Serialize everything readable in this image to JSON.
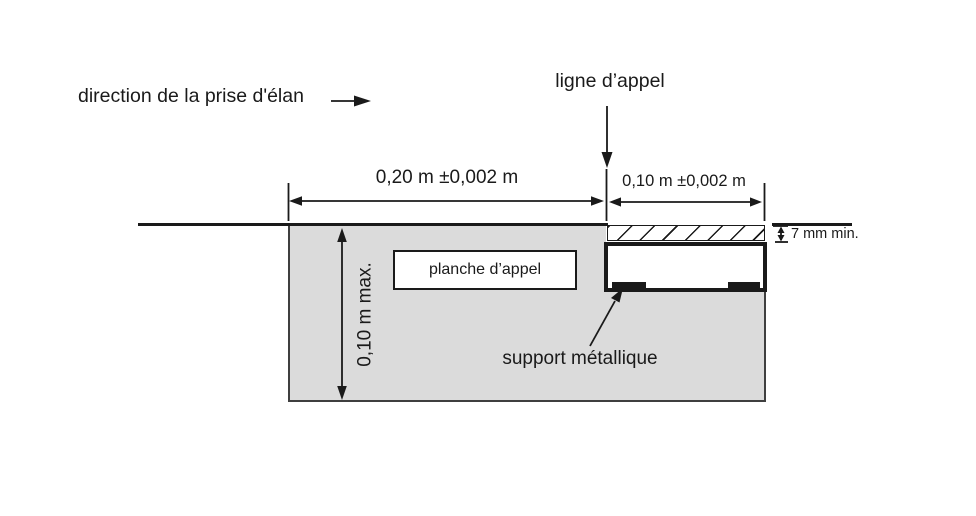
{
  "labels": {
    "direction": "direction de la prise d'élan",
    "takeoff_line": "ligne d’appel",
    "board_width": "0,20 m ±0,002 m",
    "plasticine_width": "0,10 m ±0,002 m",
    "board_depth": "0,10 m max.",
    "board_name": "planche d’appel",
    "support": "support métallique",
    "plasticine_thickness": "7 mm min."
  },
  "colors": {
    "line": "#1a1a1a",
    "ground_fill": "#dbdbdb",
    "background": "#ffffff"
  }
}
